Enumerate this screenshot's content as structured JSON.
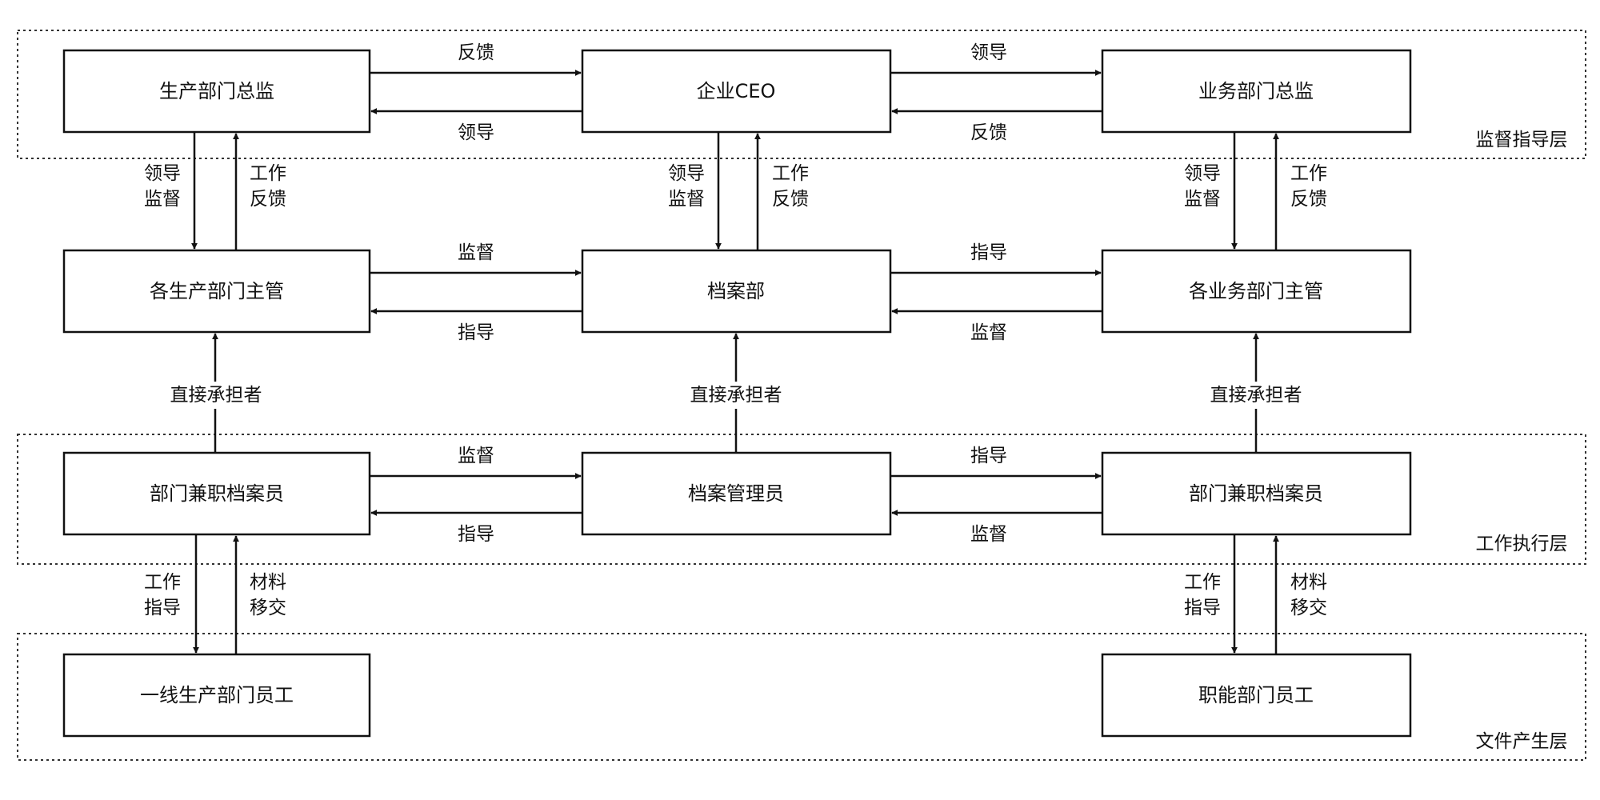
{
  "layers": {
    "supervision": "监督指导层",
    "execution": "工作执行层",
    "generation": "文件产生层"
  },
  "nodes": {
    "production_director": "生产部门总监",
    "ceo": "企业CEO",
    "business_director": "业务部门总监",
    "production_managers": "各生产部门主管",
    "archives_dept": "档案部",
    "business_managers": "各业务部门主管",
    "part_time_archivist_left": "部门兼职档案员",
    "archive_administrator": "档案管理员",
    "part_time_archivist_right": "部门兼职档案员",
    "frontline_staff": "一线生产部门员工",
    "functional_staff": "职能部门员工"
  },
  "edges": {
    "top_left_forward": "反馈",
    "top_left_back": "领导",
    "top_right_forward": "领导",
    "top_right_back": "反馈",
    "mid_left_forward": "监督",
    "mid_left_back": "指导",
    "mid_right_forward": "指导",
    "mid_right_back": "监督",
    "low_left_forward": "监督",
    "low_left_back": "指导",
    "low_right_forward": "指导",
    "low_right_back": "监督",
    "lead_line1": "领导",
    "lead_line2": "监督",
    "work_line1": "工作",
    "work_line2": "反馈",
    "direct_bearer": "直接承担者",
    "workguide_line1": "工作",
    "workguide_line2": "指导",
    "transfer_line1": "材料",
    "transfer_line2": "移交"
  }
}
